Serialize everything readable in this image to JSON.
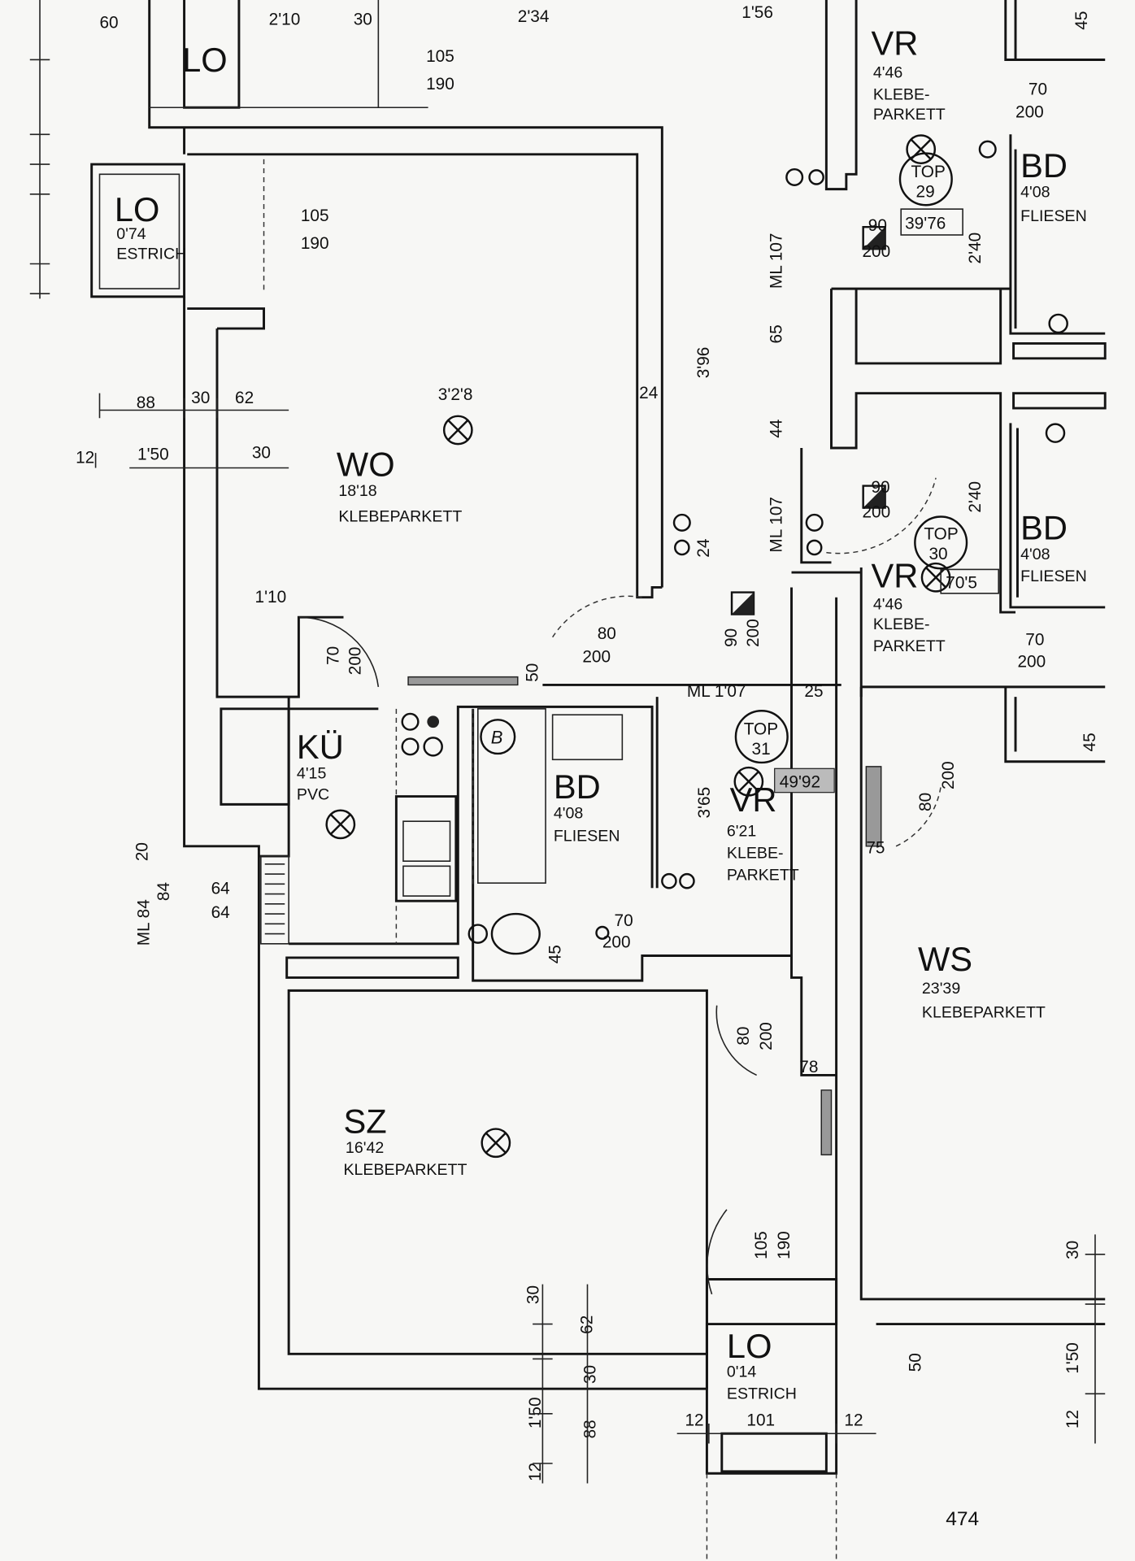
{
  "rooms": {
    "lo_top": {
      "name": "LO"
    },
    "lo_left": {
      "name": "LO",
      "area": "0'74",
      "material": "ESTRICH"
    },
    "wo": {
      "name": "WO",
      "area": "18'18",
      "material": "KLEBEPARKETT"
    },
    "ku": {
      "name": "KÜ",
      "area": "4'15",
      "material": "PVC"
    },
    "bd": {
      "name": "BD",
      "area": "4'08",
      "material": "FLIESEN"
    },
    "vr": {
      "name": "VR",
      "area": "6'21",
      "material1": "KLEBE-",
      "material2": "PARKETT"
    },
    "sz": {
      "name": "SZ",
      "area": "16'42",
      "material": "KLEBEPARKETT"
    },
    "lo_bottom": {
      "name": "LO",
      "area": "0'14",
      "material": "ESTRICH"
    },
    "ws": {
      "name": "WS",
      "area": "23'39",
      "material": "KLEBEPARKETT"
    },
    "vr_top_right": {
      "name": "VR",
      "area": "4'46",
      "material1": "KLEBE-",
      "material2": "PARKETT"
    },
    "bd_top_right": {
      "name": "BD",
      "area": "4'08",
      "material": "FLIESEN"
    },
    "bd_mid_right": {
      "name": "BD",
      "area": "4'08",
      "material": "FLIESEN"
    },
    "vr_mid_right": {
      "name": "VR",
      "area": "4'46",
      "material1": "KLEBE-",
      "material2": "PARKETT"
    }
  },
  "units": {
    "top29": {
      "label": "TOP",
      "number": "29",
      "area": "39'76"
    },
    "top30": {
      "label": "TOP",
      "number": "30",
      "area": "70'5"
    },
    "top31": {
      "label": "TOP",
      "number": "31",
      "area": "49'92"
    }
  },
  "bath_marker": "B",
  "page_number": "474",
  "dims": [
    "60",
    "2'10",
    "30",
    "2'34",
    "1'56",
    "45",
    "105",
    "190",
    "105",
    "190",
    "70",
    "200",
    "88",
    "30",
    "62",
    "12",
    "1'50",
    "30",
    "3'2'8",
    "3'96",
    "24",
    "24",
    "ML 107",
    "65",
    "44",
    "ML 107",
    "2'40",
    "2'40",
    "90",
    "200",
    "90",
    "200",
    "1'10",
    "70",
    "200",
    "50",
    "80",
    "200",
    "ML 1'07",
    "25",
    "3'65",
    "20",
    "ML 84",
    "84",
    "64",
    "64",
    "70",
    "200",
    "45",
    "80",
    "200",
    "78",
    "75",
    "80",
    "200",
    "70",
    "200",
    "45",
    "105",
    "190",
    "30",
    "62",
    "30",
    "1'50",
    "88",
    "12",
    "12",
    "101",
    "12",
    "50",
    "30",
    "1'50",
    "12",
    "90",
    "200"
  ]
}
